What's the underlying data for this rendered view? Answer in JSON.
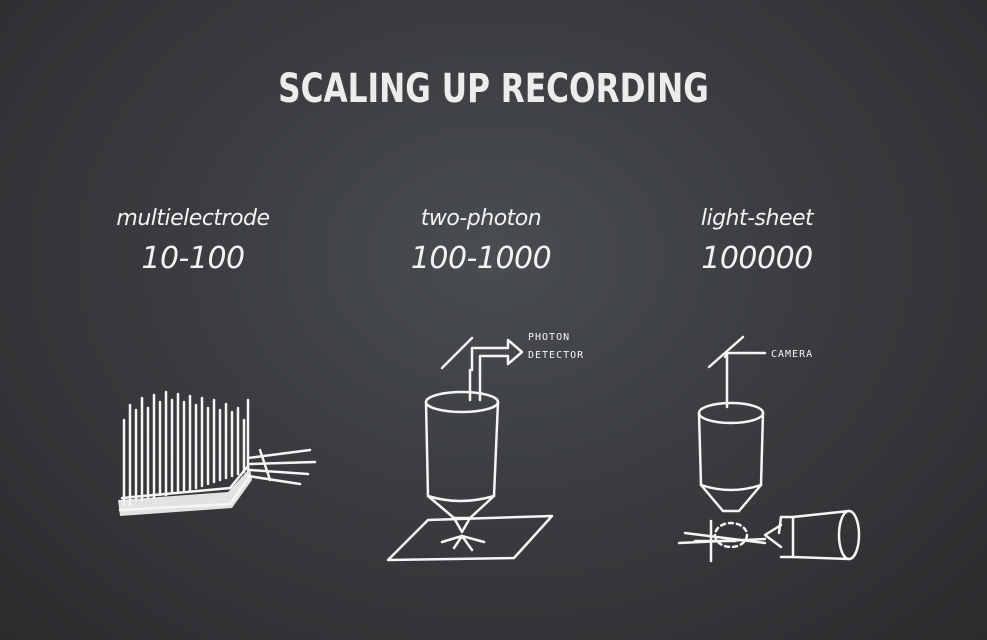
{
  "slide": {
    "title": "SCALING UP RECORDING",
    "methods": [
      {
        "name": "multielectrode",
        "count": "10-100"
      },
      {
        "name": "two-photon",
        "count": "100-1000"
      },
      {
        "name": "light-sheet",
        "count": "100000"
      }
    ],
    "annotations": {
      "photon_detector_line1": "PHOTON",
      "photon_detector_line2": "DETECTOR",
      "camera": "CAMERA"
    },
    "colors": {
      "background": "#3a3c3f",
      "chalk": "#f2f2f2"
    }
  }
}
